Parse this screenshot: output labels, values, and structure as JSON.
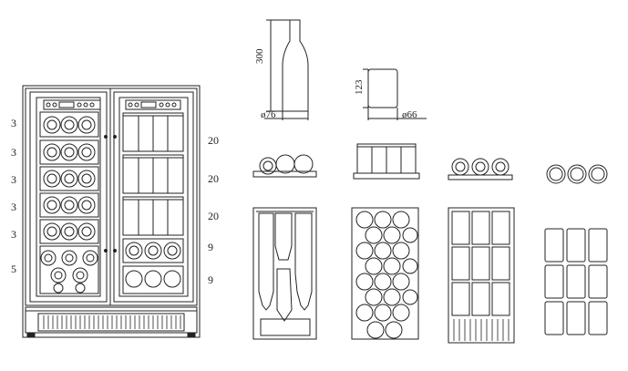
{
  "fridge": {
    "left_counts": [
      "3",
      "3",
      "3",
      "3",
      "3",
      "5"
    ],
    "right_counts": [
      "20",
      "20",
      "20",
      "9",
      "9"
    ]
  },
  "dimensions": {
    "bottle_height": "300",
    "bottle_diameter": "ø76",
    "can_height": "123",
    "can_diameter": "ø66"
  }
}
